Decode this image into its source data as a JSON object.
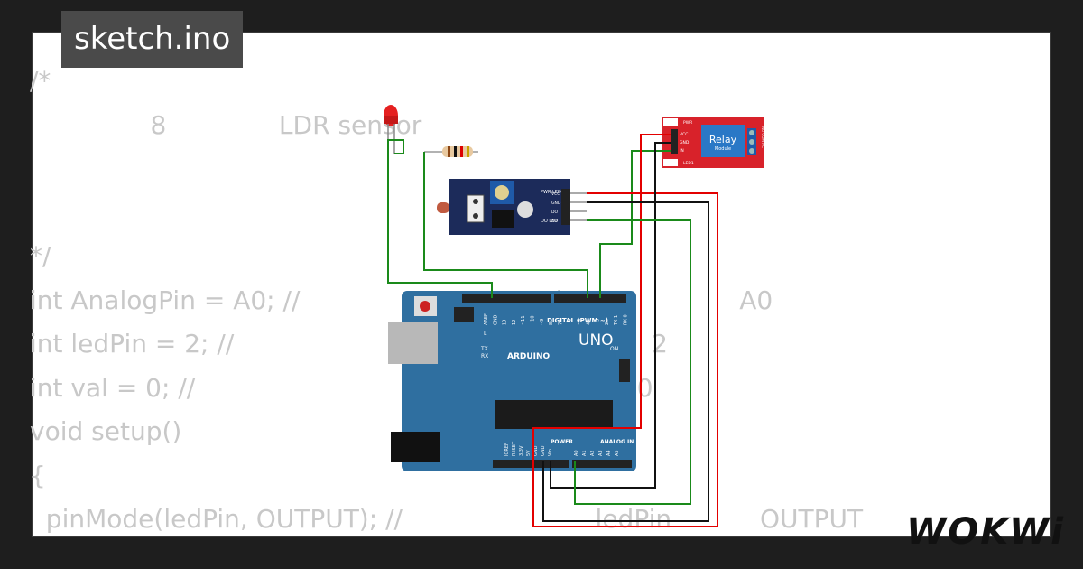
{
  "title": "sketch.ino",
  "code_lines": [
    "/*",
    "               8              LDR sensor",
    "",
    "",
    "*/",
    "int AnalogPin = A0; //                              Pin                    A0",
    "int ledPin = 2; //                                                    2",
    "int val = 0; //                                                       0",
    "void setup()",
    "{",
    "  pinMode(ledPin, OUTPUT); //                        ledPin           OUTPUT"
  ],
  "brand": "WOKWi",
  "board": {
    "logo_text": "UNO",
    "brand_text": "ARDUINO",
    "digital_label": "DIGITAL (PWM ~)",
    "power_label": "POWER",
    "analog_label": "ANALOG IN",
    "on_label": "ON",
    "tx_label": "TX",
    "rx_label": "RX",
    "l_label": "L",
    "power_pins": [
      "IOREF",
      "RESET",
      "3.3V",
      "5V",
      "GND",
      "GND",
      "Vin"
    ],
    "analog_pins": [
      "A0",
      "A1",
      "A2",
      "A3",
      "A4",
      "A5"
    ],
    "digital_pins": [
      "AREF",
      "GND",
      "13",
      "12",
      "~11",
      "~10",
      "~9",
      "8",
      "7",
      "~6",
      "~5",
      "4",
      "~3",
      "2",
      "TX 1",
      "RX 0"
    ]
  },
  "relay": {
    "label": "Relay",
    "sublabel": "Module",
    "pins": [
      "VCC",
      "GND",
      "IN"
    ],
    "pwr_label": "PWR",
    "led_label": "LED1",
    "terminals": "NO COM NC"
  },
  "ldr_module": {
    "pins": [
      "VCC",
      "GND",
      "DO",
      "AO"
    ],
    "pwr_led": "PWR LED",
    "do_led": "DO LED"
  },
  "colors": {
    "board": "#2f6fa0",
    "relay": "#d8222a",
    "ldr_module": "#1c2b5a",
    "wire_red": "#e30000",
    "wire_green": "#1a8a1a",
    "wire_black": "#111111"
  }
}
